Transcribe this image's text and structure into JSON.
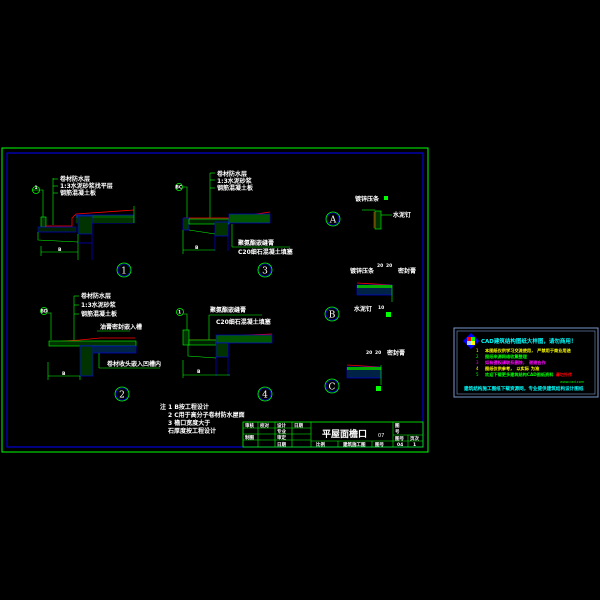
{
  "drawing": {
    "title": "平屋面檐口",
    "title_suffix": "07",
    "details": [
      {
        "id": "1",
        "tag": "1",
        "labels": [
          "卷材防水层",
          "1:3水泥砂浆找平层",
          "钢筋混凝土板"
        ],
        "dim": "B"
      },
      {
        "id": "3",
        "tag": "BC",
        "labels": [
          "卷材防水层",
          "1:3水泥砂浆",
          "钢筋混凝土板"
        ],
        "labels_lower": [
          "聚氨酯嵌缝膏",
          "C20细石混凝土填塞"
        ],
        "dim": "B"
      },
      {
        "id": "2",
        "tag": "BD",
        "labels": [
          "卷材防水层",
          "1:3水泥砂浆",
          "钢筋混凝土板"
        ],
        "note_top": "油膏密封嵌入槽",
        "note_bottom": "卷材收头嵌入凹槽内",
        "dim": "B"
      },
      {
        "id": "4",
        "tag": "1",
        "labels": [
          "聚氨酯嵌缝膏",
          "C20细石混凝土填塞"
        ],
        "dim": "B"
      }
    ],
    "small_details": [
      {
        "id": "A",
        "labels": [
          "镀锌压条",
          "水泥钉"
        ]
      },
      {
        "id": "B",
        "labels": [
          "镀锌压条",
          "密封膏",
          "水泥钉"
        ],
        "dims": [
          "20",
          "20",
          "10"
        ]
      },
      {
        "id": "C",
        "labels": [
          "密封膏"
        ],
        "dims": [
          "20",
          "20"
        ]
      }
    ],
    "notes": [
      "注 1 B按工程设计",
      "2 C用于高分子卷材防水屋面",
      "3 檐口宽度大于",
      "  石厚度按工程设计"
    ],
    "title_block": {
      "row1": [
        "审核",
        "校对",
        "设计",
        "日期"
      ],
      "row2": [
        "",
        "",
        "专业",
        ""
      ],
      "row3": [
        "制图",
        "",
        "审定",
        ""
      ],
      "row4": [
        "",
        "",
        "日期",
        ""
      ],
      "bottom": [
        "比例",
        "建筑施工图",
        "图号"
      ],
      "right": [
        "图",
        "号",
        "图号",
        "页次",
        "04",
        "1"
      ]
    }
  },
  "legend": {
    "header": "CAD建筑结构图纸大样图，请勿商用！",
    "items": [
      {
        "num": "1",
        "text": "本图纸仅供学习交流使用，",
        "text2": "严禁用于商业用途",
        "color": "#ffff00"
      },
      {
        "num": "2",
        "text": "图纸来源网络收集整理",
        "color": "#00ff00"
      },
      {
        "num": "3",
        "text": "如有侵权请联系删除，",
        "text2": "谢谢合作",
        "color": "#ff00ff"
      },
      {
        "num": "4",
        "text": "图纸仅供参考，",
        "text2": "以实际",
        "text3": "为准",
        "color": "#ffff00"
      },
      {
        "num": "5",
        "text": "欢迎下载更多建筑结构CAD图纸资料",
        "text2": "请勿外传",
        "color": "#00ff00"
      }
    ],
    "signature": "www.cad.com",
    "footer": "建筑结构施工图纸下载资源网，专业提供建筑结构设计图纸",
    "accent": "#00ffff"
  }
}
